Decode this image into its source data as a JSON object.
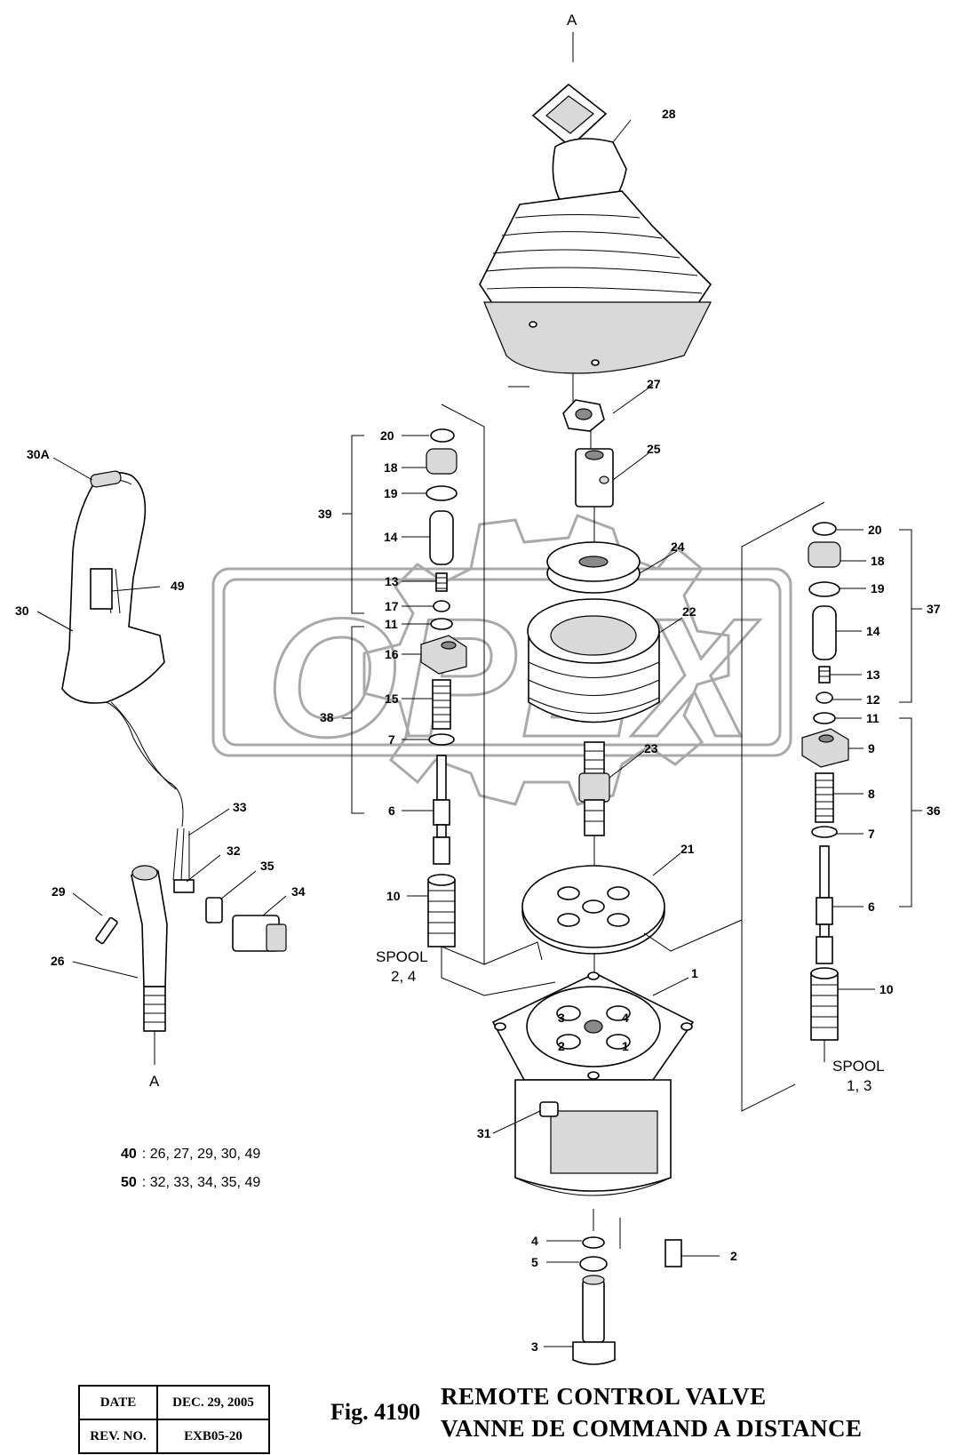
{
  "title": {
    "figure": "Fig. 4190",
    "english": "REMOTE CONTROL VALVE",
    "french": "VANNE DE COMMAND A DISTANCE"
  },
  "revision": {
    "date_label": "DATE",
    "date_value": "DEC. 29, 2005",
    "rev_label": "REV. NO.",
    "rev_value": "EXB05-20"
  },
  "watermark": "OPEX",
  "section_marks": {
    "top": "A",
    "bottom": "A"
  },
  "spool_labels": {
    "left_line1": "SPOOL",
    "left_line2": "2, 4",
    "right_line1": "SPOOL",
    "right_line2": "1, 3"
  },
  "port_numbers": [
    "3",
    "4",
    "2",
    "1"
  ],
  "kit_refs": [
    {
      "kit": "40",
      "parts": ": 26, 27, 29, 30, 49"
    },
    {
      "kit": "50",
      "parts": ": 32, 33, 34, 35, 49"
    }
  ],
  "callouts": {
    "c28": "28",
    "c27": "27",
    "c25": "25",
    "c24": "24",
    "c22": "22",
    "c23": "23",
    "c21": "21",
    "c1": "1",
    "c31": "31",
    "c2": "2",
    "c3": "3",
    "c4": "4",
    "c5": "5",
    "l20": "20",
    "l18": "18",
    "l19": "19",
    "l39": "39",
    "l14": "14",
    "l13": "13",
    "l17": "17",
    "l11": "11",
    "l16": "16",
    "l15": "15",
    "l38": "38",
    "l7": "7",
    "l6": "6",
    "l10": "10",
    "r20": "20",
    "r18": "18",
    "r19": "19",
    "r37": "37",
    "r14": "14",
    "r13": "13",
    "r12": "12",
    "r11": "11",
    "r9": "9",
    "r8": "8",
    "r36": "36",
    "r7": "7",
    "r6": "6",
    "r10": "10",
    "c30A": "30A",
    "c49": "49",
    "c30": "30",
    "c33": "33",
    "c32": "32",
    "c35": "35",
    "c34": "34",
    "c29": "29",
    "c26": "26"
  }
}
